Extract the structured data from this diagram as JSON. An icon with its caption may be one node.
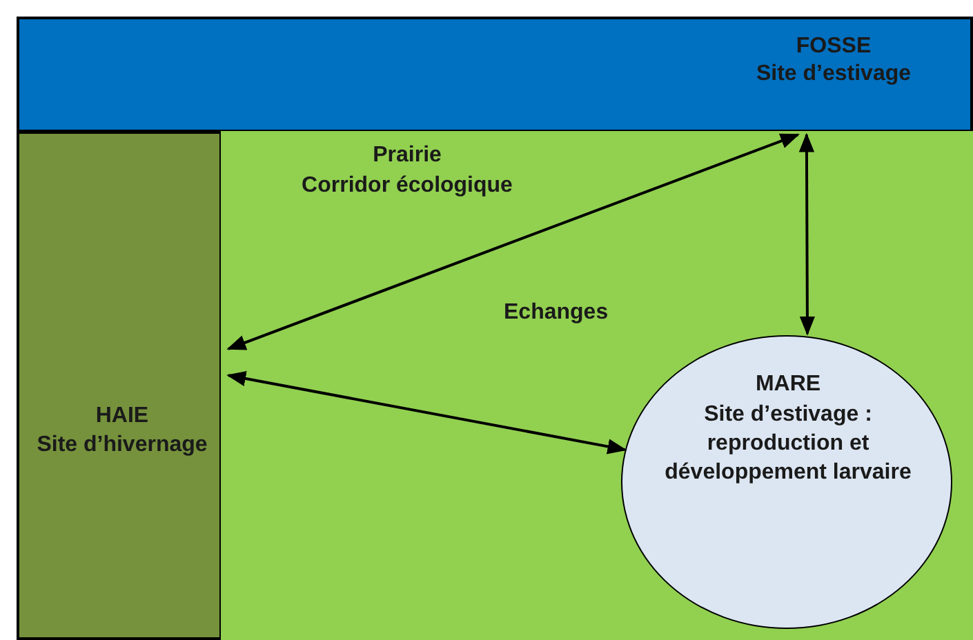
{
  "diagram": {
    "nodes": [
      {
        "text": [
          "FOSSE",
          "Site d’estivage"
        ]
      },
      {
        "text": [
          "HAIE",
          "Site d’hivernage"
        ]
      },
      {
        "text": [
          "Prairie",
          "Corridor écologique"
        ]
      },
      {
        "text": [
          "MARE",
          "Site d’estivage : reproduction et développement larvaire"
        ],
        "in": 2
      }
    ],
    "edges": [
      {
        "from": 1,
        "to": 0,
        "arrow": "both"
      },
      {
        "from": 0,
        "to": 3,
        "arrow": "both"
      },
      {
        "from": 1,
        "to": 3,
        "arrow": "both"
      }
    ],
    "labels": [
      "Echanges"
    ]
  }
}
